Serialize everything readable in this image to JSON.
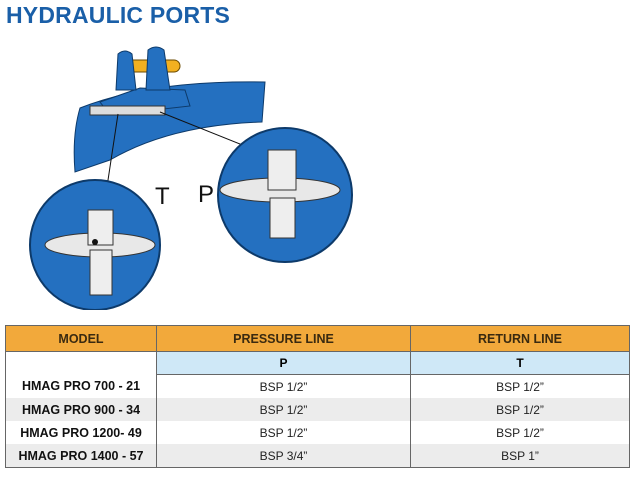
{
  "title": "HYDRAULIC PORTS",
  "labels": {
    "t": "T",
    "p": "P"
  },
  "table": {
    "headers": [
      "MODEL",
      "PRESSURE LINE",
      "RETURN LINE"
    ],
    "subheaders": [
      "",
      "P",
      "T"
    ],
    "rows": [
      [
        "HMAG PRO 700 - 21",
        "BSP 1/2”",
        "BSP 1/2”"
      ],
      [
        "HMAG PRO 900 - 34",
        "BSP 1/2”",
        "BSP 1/2”"
      ],
      [
        "HMAG PRO 1200- 49",
        "BSP 1/2”",
        "BSP 1/2”"
      ],
      [
        "HMAG PRO 1400 - 57",
        "BSP 3/4”",
        "BSP 1”"
      ]
    ]
  }
}
